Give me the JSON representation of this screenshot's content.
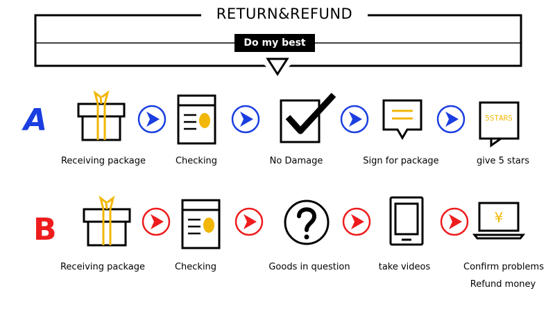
{
  "header": {
    "title": "RETURN&REFUND",
    "badge": "Do my best"
  },
  "rows": [
    {
      "letter": "A",
      "color": "#1a3ee0",
      "steps": [
        {
          "label": "Receiving package",
          "icon": "gift-box-icon"
        },
        {
          "label": "Checking",
          "icon": "document-icon"
        },
        {
          "label": "No Damage",
          "icon": "checkbox-checked-icon"
        },
        {
          "label": "Sign for package",
          "icon": "speech-bubble-icon"
        },
        {
          "label": "give 5 stars",
          "icon": "rating-card-icon",
          "icon_text": "5STARS"
        }
      ]
    },
    {
      "letter": "B",
      "color": "#ee1c1c",
      "steps": [
        {
          "label": "Receiving package",
          "icon": "gift-box-icon"
        },
        {
          "label": "Checking",
          "icon": "document-icon"
        },
        {
          "label": "Goods in question",
          "icon": "question-mark-icon"
        },
        {
          "label": "take videos",
          "icon": "tablet-icon"
        },
        {
          "label": "Confirm problems",
          "label2": "Refund money",
          "icon": "laptop-refund-icon",
          "icon_text": "¥"
        }
      ]
    }
  ],
  "colors": {
    "accent_gold": "#f2b705",
    "row_a_arrow": "#1a3ee0",
    "row_b_arrow": "#ee1c1c"
  }
}
